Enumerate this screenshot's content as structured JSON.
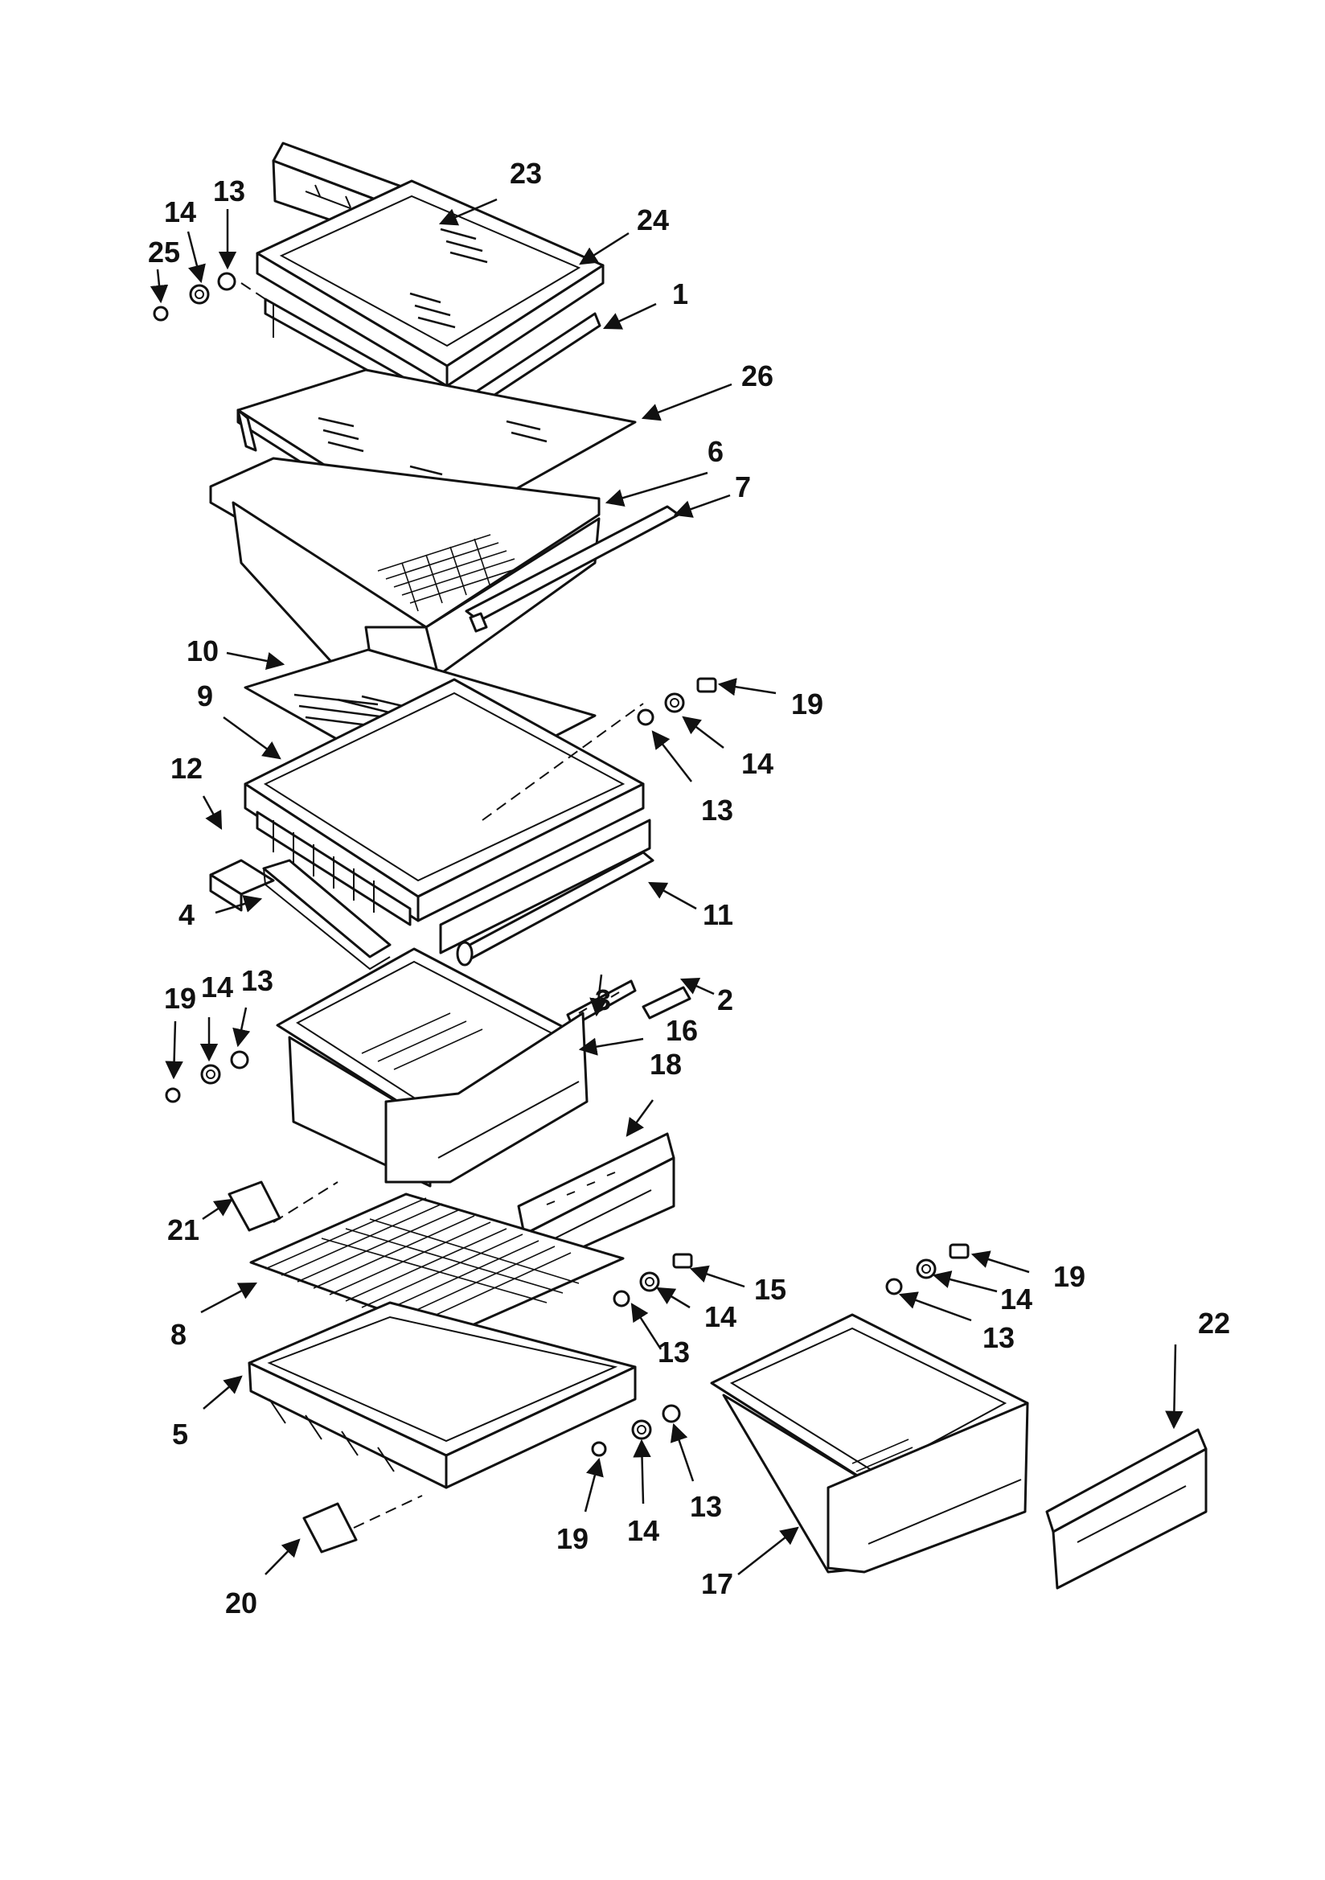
{
  "callouts": [
    "23",
    "24",
    "14",
    "13",
    "25",
    "1",
    "26",
    "6",
    "7",
    "10",
    "9",
    "19",
    "14",
    "13",
    "12",
    "11",
    "4",
    "3",
    "2",
    "19",
    "14",
    "13",
    "16",
    "18",
    "21",
    "15",
    "14",
    "19",
    "14",
    "8",
    "13",
    "13",
    "22",
    "5",
    "19",
    "14",
    "13",
    "20",
    "17"
  ],
  "colors": {
    "ink": "#111111",
    "paper": "#ffffff"
  }
}
